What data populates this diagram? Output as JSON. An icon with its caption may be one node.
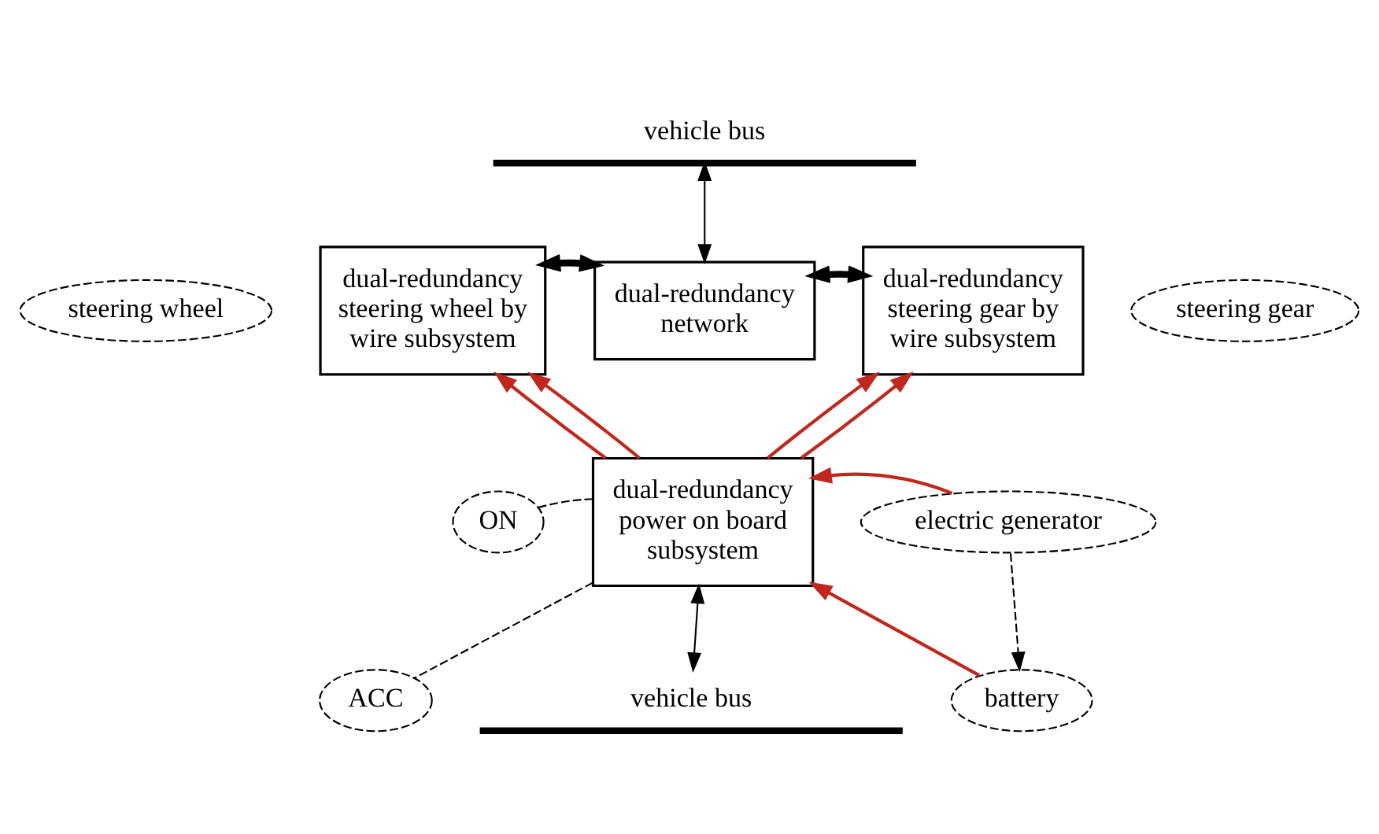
{
  "diagram": {
    "nodes": [
      {
        "text": [
          "vehicle bus"
        ]
      },
      {
        "text": [
          "steering wheel"
        ]
      },
      {
        "text": [
          "dual-redundancy steering wheel by wire subsystem"
        ]
      },
      {
        "text": [
          "dual-redundancy network"
        ]
      },
      {
        "text": [
          "dual-redundancy steering gear by wire subsystem"
        ]
      },
      {
        "text": [
          "steering gear"
        ]
      },
      {
        "text": [
          "ON"
        ]
      },
      {
        "text": [
          "dual-redundancy power on board subsystem"
        ]
      },
      {
        "text": [
          "electric generator"
        ]
      },
      {
        "text": [
          "ACC"
        ]
      },
      {
        "text": [
          "battery"
        ]
      },
      {
        "text": [
          "vehicle bus"
        ]
      }
    ],
    "edges": [
      {
        "from": 3,
        "to": 0,
        "arrow": "both"
      },
      {
        "from": 2,
        "to": 3,
        "arrow": "both",
        "style": "thick"
      },
      {
        "from": 3,
        "to": 4,
        "arrow": "both",
        "style": "thick"
      },
      {
        "from": 7,
        "to": 2,
        "arrow": "to",
        "color": "#c0281e"
      },
      {
        "from": 7,
        "to": 2,
        "arrow": "to",
        "color": "#c0281e"
      },
      {
        "from": 7,
        "to": 4,
        "arrow": "to",
        "color": "#c0281e"
      },
      {
        "from": 7,
        "to": 4,
        "arrow": "to",
        "color": "#c0281e"
      },
      {
        "from": 8,
        "to": 7,
        "arrow": "to",
        "color": "#c0281e"
      },
      {
        "from": 10,
        "to": 7,
        "arrow": "to",
        "color": "#c0281e"
      },
      {
        "from": 8,
        "to": 10,
        "arrow": "to",
        "style": "dashed"
      },
      {
        "from": 6,
        "to": 7,
        "arrow": "none",
        "style": "dashed"
      },
      {
        "from": 9,
        "to": 7,
        "arrow": "none",
        "style": "dashed"
      },
      {
        "from": 7,
        "to": 11,
        "arrow": "both"
      }
    ]
  }
}
